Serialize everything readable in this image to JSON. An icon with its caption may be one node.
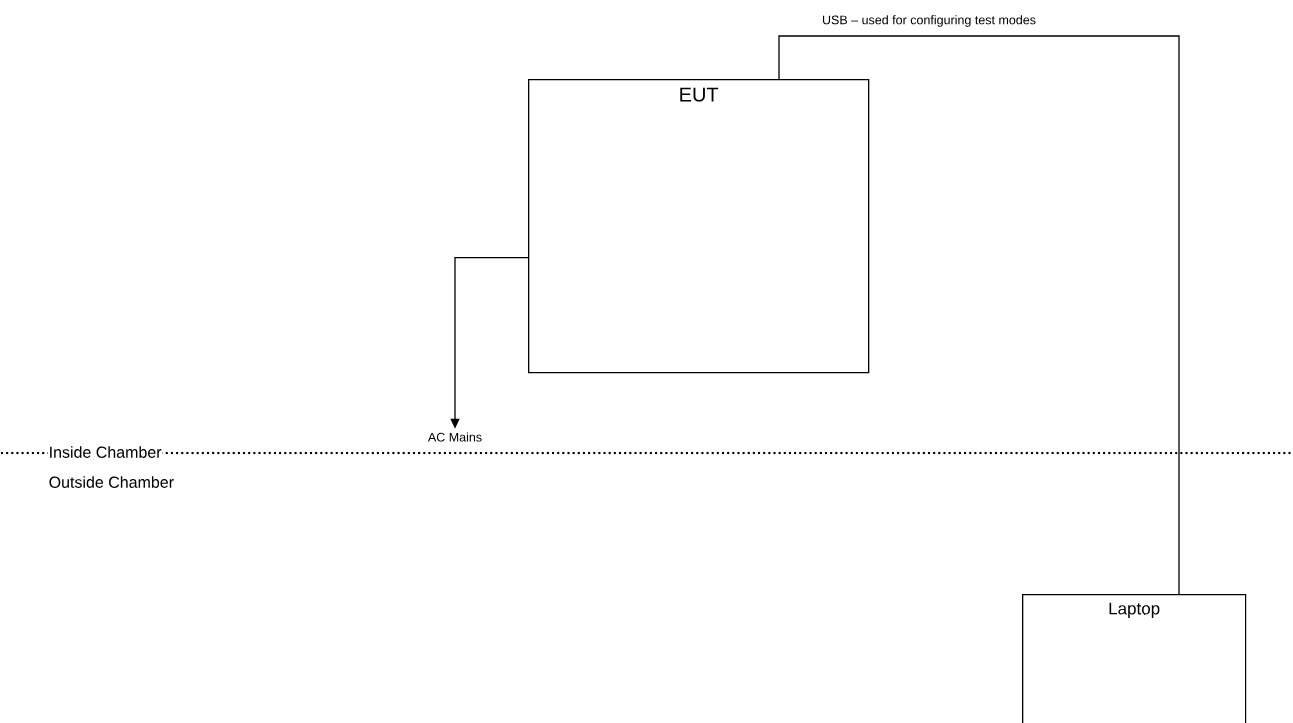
{
  "diagram": {
    "nodes": [
      {
        "text": [
          "EUT"
        ]
      },
      {
        "text": [
          "Laptop"
        ]
      },
      {
        "text": [
          "AC Mains"
        ]
      }
    ],
    "edges": [
      {
        "from": 0,
        "to": 1,
        "arrow": "none",
        "label": "USB – used for configuring test modes"
      },
      {
        "from": 0,
        "to": 2,
        "arrow": "to"
      }
    ],
    "labels": [
      "Inside Chamber",
      "Outside Chamber"
    ]
  }
}
